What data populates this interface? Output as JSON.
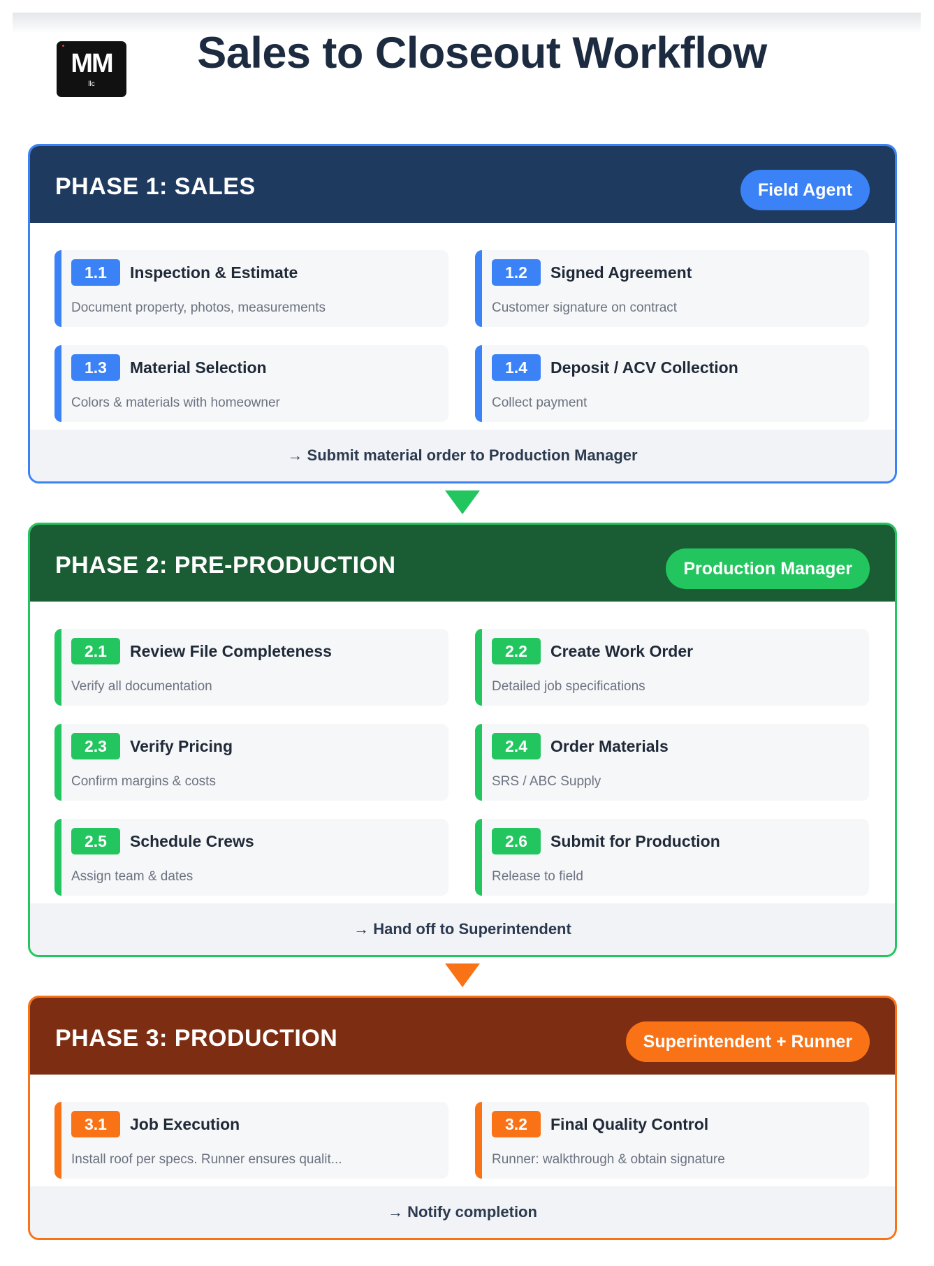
{
  "logo": {
    "mark": "MM",
    "sub": "llc"
  },
  "title": "Sales to Closeout Workflow",
  "colors": {
    "phase1_header": "#1e3a5f",
    "phase1_accent": "#3b82f6",
    "phase2_header": "#1a5c33",
    "phase2_accent": "#22c55e",
    "phase3_header": "#7c2d12",
    "phase3_accent": "#f97316"
  },
  "phases": [
    {
      "title": "PHASE 1: SALES",
      "role": "Field Agent",
      "steps": [
        {
          "num": "1.1",
          "name": "Inspection & Estimate",
          "desc": "Document property, photos, measurements"
        },
        {
          "num": "1.2",
          "name": "Signed Agreement",
          "desc": "Customer signature on contract"
        },
        {
          "num": "1.3",
          "name": "Material Selection",
          "desc": "Colors & materials with homeowner"
        },
        {
          "num": "1.4",
          "name": "Deposit / ACV Collection",
          "desc": "Collect payment"
        }
      ],
      "handoff": "→ Submit material order to Production Manager"
    },
    {
      "title": "PHASE 2: PRE-PRODUCTION",
      "role": "Production Manager",
      "steps": [
        {
          "num": "2.1",
          "name": "Review File Completeness",
          "desc": "Verify all documentation"
        },
        {
          "num": "2.2",
          "name": "Create Work Order",
          "desc": "Detailed job specifications"
        },
        {
          "num": "2.3",
          "name": "Verify Pricing",
          "desc": "Confirm margins & costs"
        },
        {
          "num": "2.4",
          "name": "Order Materials",
          "desc": "SRS / ABC Supply"
        },
        {
          "num": "2.5",
          "name": "Schedule Crews",
          "desc": "Assign team & dates"
        },
        {
          "num": "2.6",
          "name": "Submit for Production",
          "desc": "Release to field"
        }
      ],
      "handoff": "→ Hand off to Superintendent"
    },
    {
      "title": "PHASE 3: PRODUCTION",
      "role": "Superintendent + Runner",
      "steps": [
        {
          "num": "3.1",
          "name": "Job Execution",
          "desc": "Install roof per specs. Runner ensures qualit..."
        },
        {
          "num": "3.2",
          "name": "Final Quality Control",
          "desc": "Runner: walkthrough & obtain signature"
        }
      ],
      "handoff": "→ Notify completion"
    }
  ]
}
